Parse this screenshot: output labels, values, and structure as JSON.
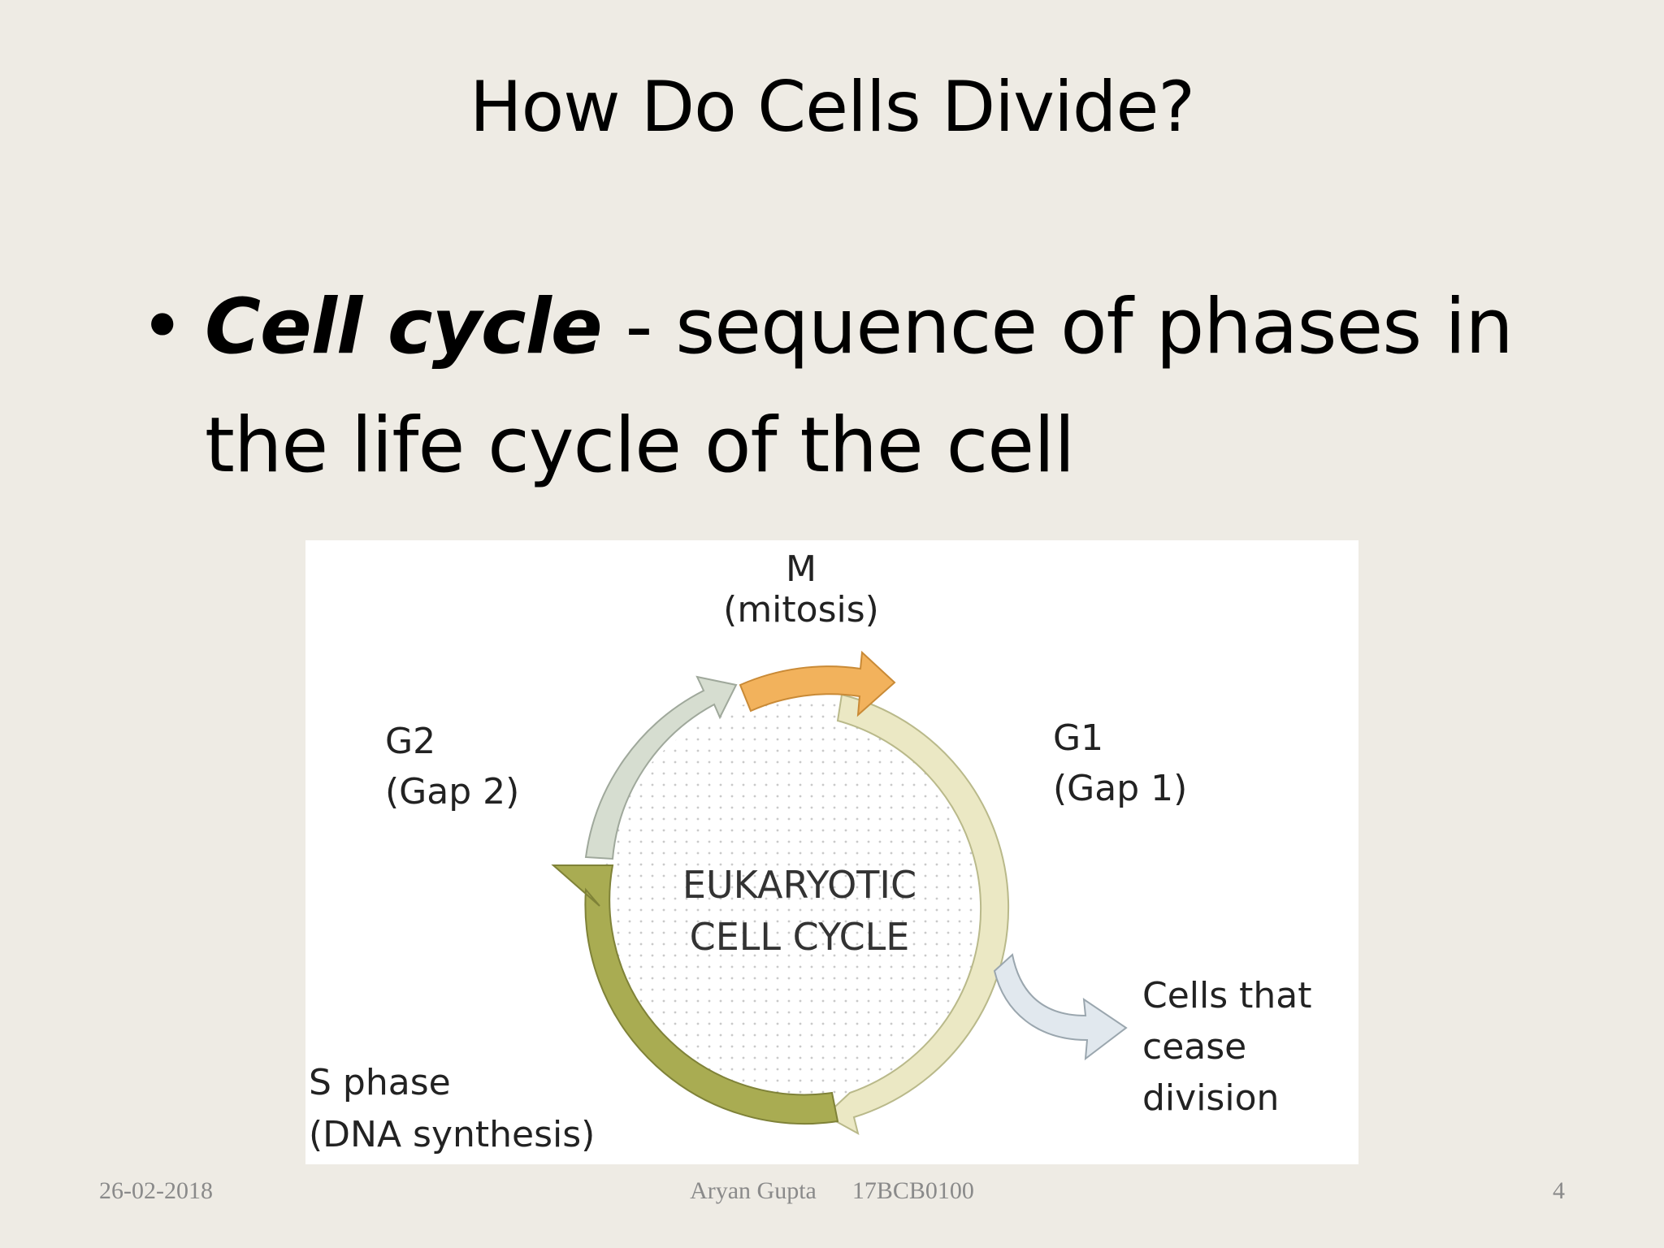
{
  "slide": {
    "title": "How Do Cells Divide?",
    "bullet": {
      "marker": "•",
      "term": "Cell cycle",
      "text": " - sequence of phases in the life cycle of the cell"
    }
  },
  "diagram": {
    "center_line1": "EUKARYOTIC",
    "center_line2": "CELL CYCLE",
    "phases": {
      "m": {
        "name": "M",
        "detail": "(mitosis)",
        "color": "#f2b25c"
      },
      "g1": {
        "name": "G1",
        "detail": "(Gap 1)",
        "color": "#ebe8c4"
      },
      "s": {
        "name": "S phase",
        "detail": "(DNA synthesis)",
        "color": "#a9ac52"
      },
      "g2": {
        "name": "G2",
        "detail": "(Gap 2)",
        "color": "#d6ddd0"
      }
    },
    "exit": {
      "line1": "Cells that",
      "line2": "cease",
      "line3": "division",
      "color": "#e1e8ee"
    }
  },
  "footer": {
    "date": "26-02-2018",
    "author": "Aryan Gupta",
    "id": "17BCB0100",
    "page": "4"
  }
}
